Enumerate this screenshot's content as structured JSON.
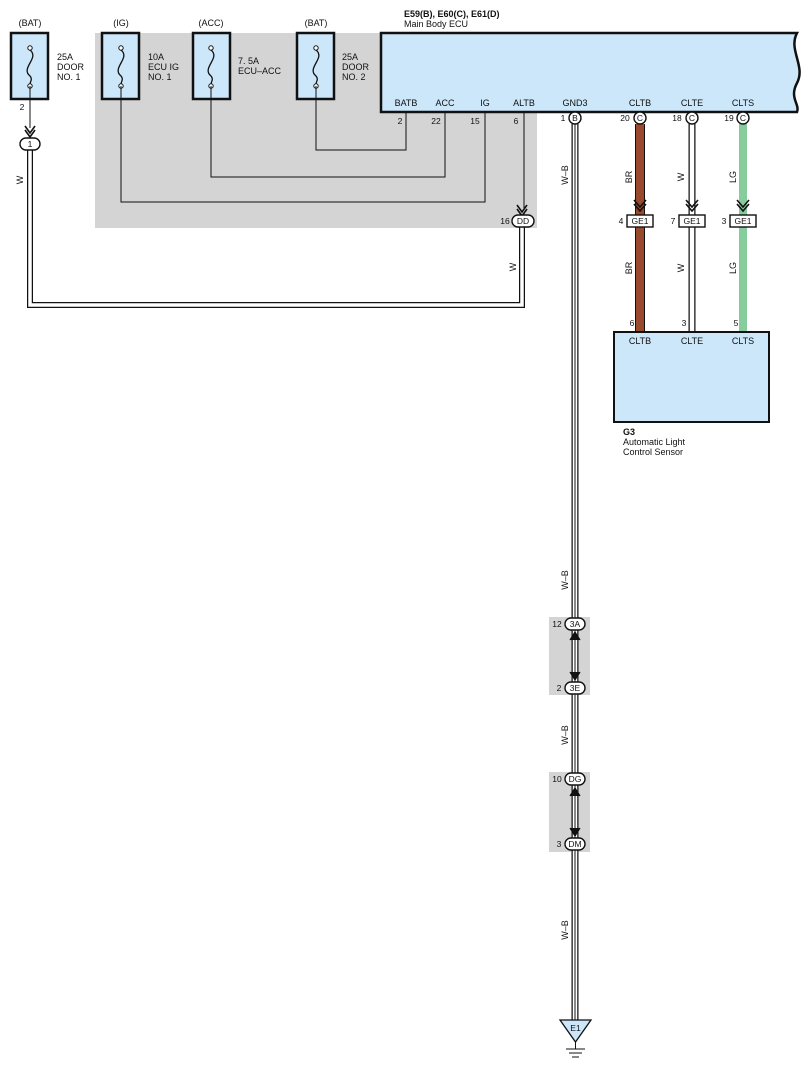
{
  "colors": {
    "relay_box_fill": "#d4d4d4",
    "component_fill": "#cce6fa",
    "wire_br": "#9a4a2c",
    "wire_lg": "#86cc9c",
    "wire_w": "#ffffff",
    "outline": "#111111"
  },
  "fuses": [
    {
      "source": "(BAT)",
      "rating": "25A",
      "name1": "DOOR",
      "name2": "NO. 1",
      "pin": "2"
    },
    {
      "source": "(IG)",
      "rating": "10A",
      "name1": "ECU IG",
      "name2": "NO. 1"
    },
    {
      "source": "(ACC)",
      "rating": "7. 5A",
      "name1": "ECU–ACC",
      "name2": ""
    },
    {
      "source": "(BAT)",
      "rating": "25A",
      "name1": "DOOR",
      "name2": "NO. 2"
    }
  ],
  "ecu": {
    "codes": "E59(B), E60(C), E61(D)",
    "name": "Main Body ECU",
    "terminals": [
      {
        "label": "BATB",
        "pin": "2"
      },
      {
        "label": "ACC",
        "pin": "22"
      },
      {
        "label": "IG",
        "pin": "15"
      },
      {
        "label": "ALTB",
        "pin": "6"
      },
      {
        "label": "GND3",
        "pin": "1",
        "connector": "B"
      },
      {
        "label": "CLTB",
        "pin": "20",
        "connector": "C"
      },
      {
        "label": "CLTE",
        "pin": "18",
        "connector": "C"
      },
      {
        "label": "CLTS",
        "pin": "19",
        "connector": "C"
      }
    ]
  },
  "sensor": {
    "code": "G3",
    "name1": "Automatic Light",
    "name2": "Control Sensor",
    "terminals": [
      {
        "label": "CLTB",
        "pin": "6"
      },
      {
        "label": "CLTE",
        "pin": "3"
      },
      {
        "label": "CLTS",
        "pin": "5"
      }
    ]
  },
  "junctions": {
    "fuse1_conn": "1",
    "dd": {
      "name": "DD",
      "pin": "16"
    },
    "ge1": [
      {
        "name": "GE1",
        "pin": "4"
      },
      {
        "name": "GE1",
        "pin": "7"
      },
      {
        "name": "GE1",
        "pin": "3"
      }
    ],
    "ground_chain": [
      {
        "name": "3A",
        "pin": "12"
      },
      {
        "name": "3E",
        "pin": "2"
      },
      {
        "name": "DG",
        "pin": "10"
      },
      {
        "name": "DM",
        "pin": "3"
      }
    ],
    "ground": "E1"
  },
  "wire_colors": {
    "w": "W",
    "br": "BR",
    "lg": "LG",
    "wb": "W–B"
  }
}
